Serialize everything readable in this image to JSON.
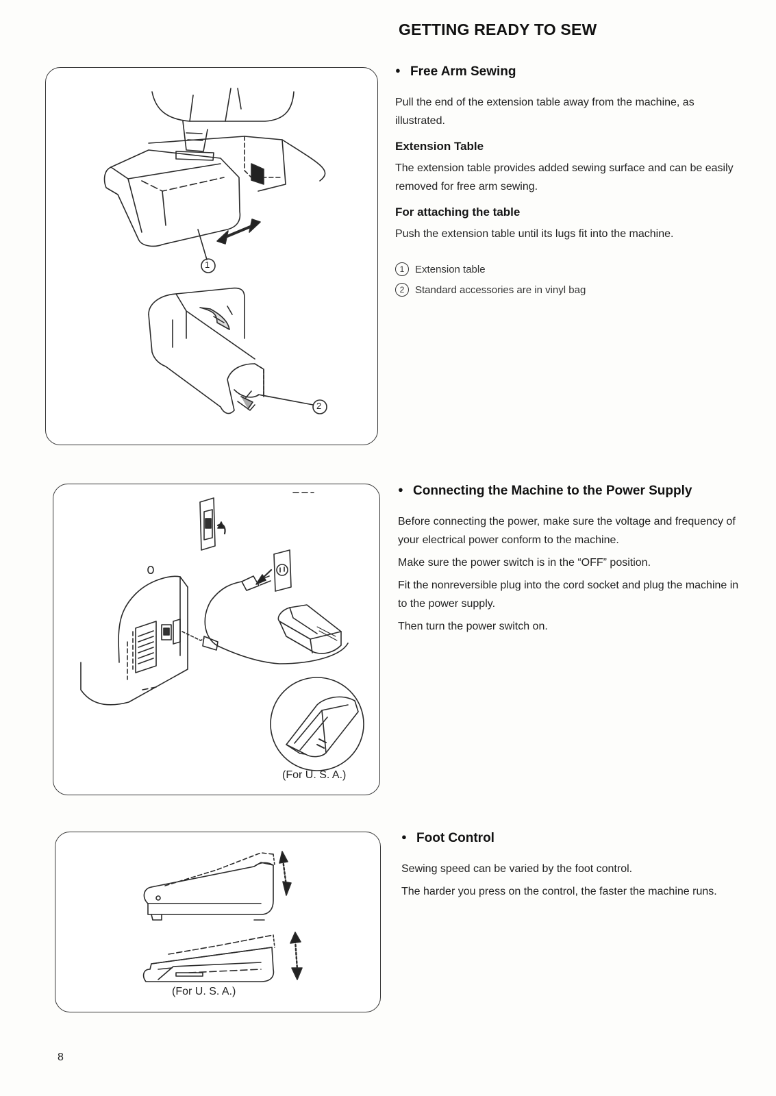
{
  "page": {
    "title": "GETTING READY TO SEW",
    "page_number": "8"
  },
  "free_arm": {
    "heading": "Free Arm Sewing",
    "intro": "Pull the end of the extension table away from the machine, as illustrated.",
    "extension_table_heading": "Extension Table",
    "extension_table_text": "The extension table provides added sewing surface and can be easily removed for free arm sewing.",
    "attaching_heading": "For attaching the table",
    "attaching_text": "Push the extension table until its lugs fit into the machine.",
    "legend": [
      {
        "num": "1",
        "text": "Extension table"
      },
      {
        "num": "2",
        "text": "Standard accessories are in vinyl bag"
      }
    ],
    "figure_callouts": [
      "1",
      "2"
    ]
  },
  "power": {
    "heading": "Connecting the Machine to the Power Supply",
    "paragraphs": [
      "Before connecting the power, make sure the voltage and frequency of your electrical power conform to the machine.",
      "Make sure the power switch is in the “OFF” position.",
      "Fit the nonreversible plug into the cord socket and plug the machine in to the power supply.",
      "Then turn the power switch on."
    ],
    "figure_note": "(For U. S. A.)"
  },
  "foot": {
    "heading": "Foot Control",
    "paragraphs": [
      "Sewing speed can be varied by the foot control.",
      "The harder you press on the control, the faster the machine runs."
    ],
    "figure_note": "(For U. S. A.)"
  },
  "icons": {
    "bullet": "bullet-dot-icon"
  }
}
